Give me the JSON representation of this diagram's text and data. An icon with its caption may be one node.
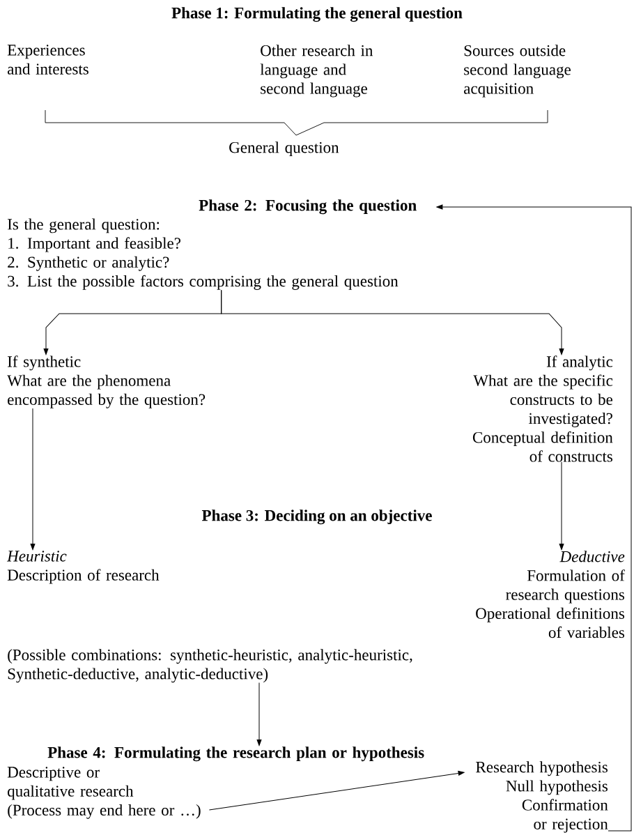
{
  "diagram": {
    "nodes": [
      {
        "text": [
          "Phase 2: Focusing the question",
          "Is the general question:",
          "1. Important and feasible?",
          "2. Synthetic or analytic?",
          "3. List the possible factors comprising the general question"
        ]
      },
      {
        "text": [
          "If synthetic",
          "What are the phenomena encompassed by the question?"
        ]
      },
      {
        "text": [
          "If analytic",
          "What are the specific constructs to be investigated?",
          "Conceptual definition of constructs"
        ]
      },
      {
        "text": [
          "Heuristic",
          "Description of research"
        ]
      },
      {
        "text": [
          "Deductive",
          "Formulation of research questions",
          "Operational definitions of variables"
        ]
      },
      {
        "text": [
          "(Possible combinations: synthetic-heuristic, analytic-heuristic, Synthetic-deductive, analytic-deductive)"
        ]
      },
      {
        "text": [
          "Phase 4: Formulating the research plan or hypothesis"
        ]
      },
      {
        "text": [
          "Descriptive or qualitative research",
          "(Process may end here or …)"
        ]
      },
      {
        "text": [
          "Research hypothesis",
          "Null hypothesis",
          "Confirmation or rejection"
        ]
      }
    ],
    "edges": [
      {
        "from": 0,
        "to": 1,
        "arrow": "to"
      },
      {
        "from": 0,
        "to": 2,
        "arrow": "to"
      },
      {
        "from": 1,
        "to": 3,
        "arrow": "to"
      },
      {
        "from": 2,
        "to": 4,
        "arrow": "to"
      },
      {
        "from": 5,
        "to": 6,
        "arrow": "to"
      },
      {
        "from": 7,
        "to": 8,
        "arrow": "to"
      },
      {
        "from": 8,
        "to": 0,
        "arrow": "to"
      }
    ],
    "labels": [
      "Phase 1: Formulating the general question",
      "Experiences and interests",
      "Other research in language and second language",
      "Sources outside second language acquisition",
      "General question",
      "Phase 3: Deciding on an objective"
    ]
  }
}
